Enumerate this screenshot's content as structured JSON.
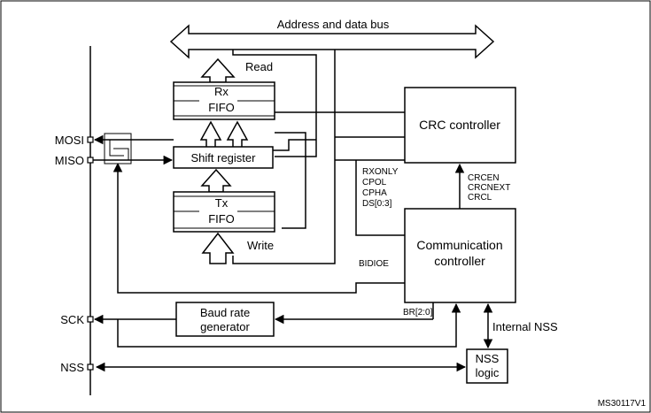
{
  "diagram": {
    "bus_label": "Address and data bus",
    "read_label": "Read",
    "write_label": "Write",
    "rx_fifo": {
      "line1": "Rx",
      "line2": "FIFO"
    },
    "tx_fifo": {
      "line1": "Tx",
      "line2": "FIFO"
    },
    "shift_register": "Shift register",
    "crc_controller": "CRC controller",
    "comm_controller": {
      "line1": "Communication",
      "line2": "controller"
    },
    "baud_rate": {
      "line1": "Baud rate",
      "line2": "generator"
    },
    "nss_logic": {
      "line1": "NSS",
      "line2": "logic"
    },
    "signals_cfg": [
      "RXONLY",
      "CPOL",
      "CPHA",
      "DS[0:3]"
    ],
    "signals_crc": [
      "CRCEN",
      "CRCNEXT",
      "CRCL"
    ],
    "bidioe": "BIDIOE",
    "br": "BR[2:0]",
    "internal_nss": "Internal NSS",
    "pins": {
      "mosi": "MOSI",
      "miso": "MISO",
      "sck": "SCK",
      "nss": "NSS"
    },
    "ref": "MS30117V1"
  }
}
